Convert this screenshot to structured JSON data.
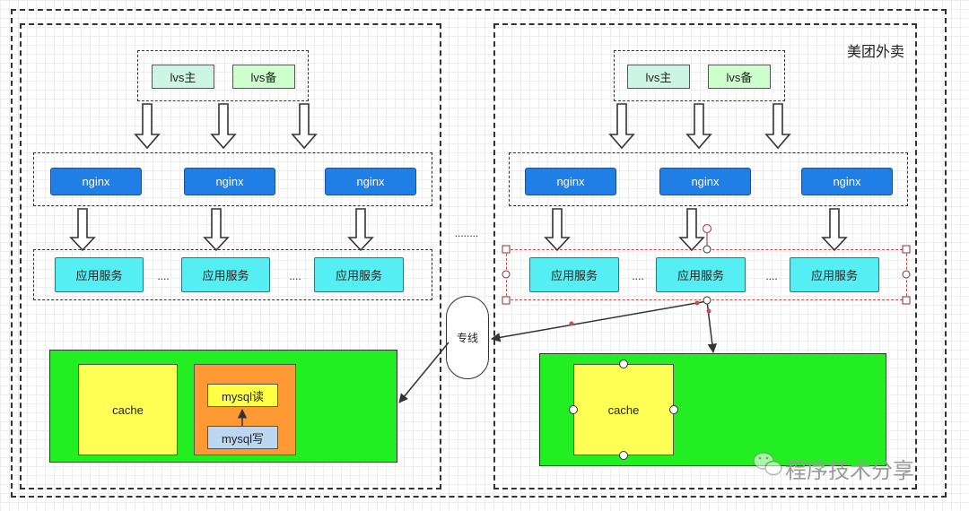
{
  "title": "美团外卖",
  "middle_ellipsis": "........",
  "dedicated_line": "专线",
  "left": {
    "lvs_main": "lvs主",
    "lvs_backup": "lvs备",
    "nginx": [
      "nginx",
      "nginx",
      "nginx"
    ],
    "apps": [
      "应用服务",
      "应用服务",
      "应用服务"
    ],
    "app_sep": [
      "....",
      "...."
    ],
    "cache": "cache",
    "mysql_read": "mysql读",
    "mysql_write": "mysql写"
  },
  "right": {
    "lvs_main": "lvs主",
    "lvs_backup": "lvs备",
    "nginx": [
      "nginx",
      "nginx",
      "nginx"
    ],
    "apps": [
      "应用服务",
      "应用服务",
      "应用服务"
    ],
    "app_sep": [
      "....",
      "...."
    ],
    "cache": "cache"
  },
  "watermark": "程序技术分享",
  "colors": {
    "nginx": "#1f7fe6",
    "app_service": "#55eef2",
    "zone": "#22ee22",
    "cache": "#ffff55",
    "mysql_container": "#ff9933",
    "selection": "#c0504d"
  }
}
